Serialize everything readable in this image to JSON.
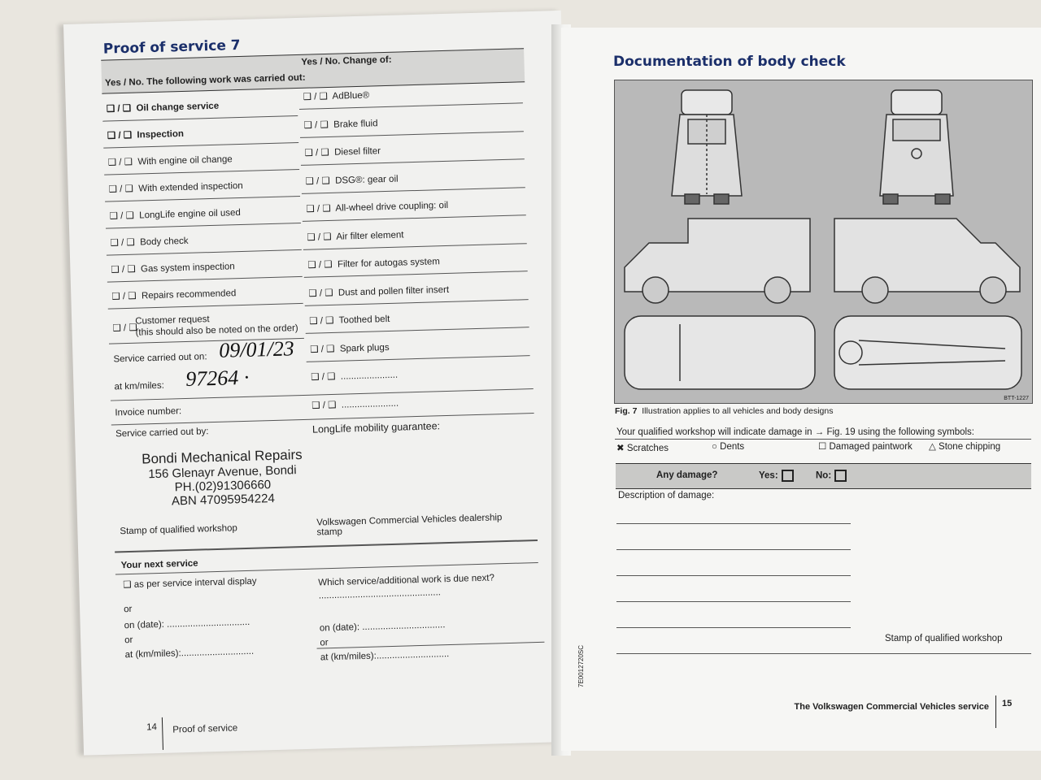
{
  "left_page": {
    "title": "Proof of service 7",
    "col_left_header": "Yes / No. The following work was carried out:",
    "col_right_header": "Yes / No. Change of:",
    "checkbox_glyph": "❑ / ❑",
    "left_items": [
      "Oil change service",
      "Inspection",
      "With engine oil change",
      "With extended inspection",
      "LongLife engine oil used",
      "Body check",
      "Gas system inspection",
      "Repairs recommended"
    ],
    "customer_request": "Customer request",
    "customer_request_note": "(this should also be noted on the order)",
    "right_items": [
      "AdBlue®",
      "Brake fluid",
      "Diesel filter",
      "DSG®: gear oil",
      "All-wheel drive coupling: oil",
      "Air filter element",
      "Filter for autogas system",
      "Dust and pollen filter insert",
      "Toothed belt",
      "Spark plugs"
    ],
    "blank_fill": "......................",
    "service_date_label": "Service carried out on:",
    "service_date_value": "09/01/23",
    "km_label": "at km/miles:",
    "km_value": "97264 ·",
    "invoice_label": "Invoice number:",
    "carried_out_by_label": "Service carried out by:",
    "mobility_label": "LongLife mobility guarantee:",
    "stamp": [
      "Bondi Mechanical Repairs",
      "156 Glenayr Avenue, Bondi",
      "PH.(02)91306660",
      "ABN  47095954224"
    ],
    "stamp_label": "Stamp of qualified workshop",
    "dealer_stamp_label": "Volkswagen Commercial Vehicles dealership stamp",
    "next_service_title": "Your next service",
    "interval_label": "❑ as per service interval display",
    "due_next_label": "Which service/additional work is due next?",
    "or": "or",
    "date_label": "on (date): ................................",
    "km_next_label": "at (km/miles):............................",
    "dots": "...............................................",
    "page_number": "14",
    "footer": "Proof of service"
  },
  "right_page": {
    "title": "Documentation of body check",
    "fig_code": "BTT-1227",
    "fig_label": "Fig. 7",
    "fig_caption": "Illustration applies to all vehicles and body designs",
    "symbols_intro": "Your qualified workshop will indicate damage in → Fig. 19 using the following symbols:",
    "symbols": [
      "✖ Scratches",
      "○ Dents",
      "☐ Damaged paintwork",
      "△ Stone chipping"
    ],
    "any_damage": "Any damage?",
    "yes": "Yes:",
    "no": "No:",
    "description_label": "Description of damage:",
    "stamp_label": "Stamp of qualified workshop",
    "doc_code": "7E0012720SC",
    "footer": "The Volkswagen Commercial Vehicles service",
    "page_number": "15"
  }
}
